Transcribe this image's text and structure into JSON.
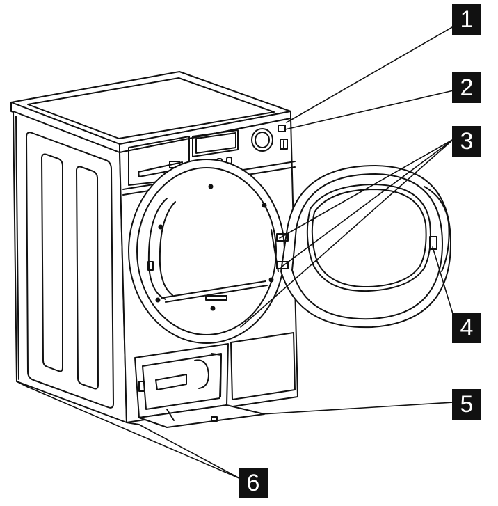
{
  "diagram": {
    "line_color": "#111111",
    "callouts": [
      {
        "id": "1",
        "label": "1"
      },
      {
        "id": "2",
        "label": "2"
      },
      {
        "id": "3",
        "label": "3"
      },
      {
        "id": "4",
        "label": "4"
      },
      {
        "id": "5",
        "label": "5"
      },
      {
        "id": "6",
        "label": "6"
      }
    ]
  }
}
